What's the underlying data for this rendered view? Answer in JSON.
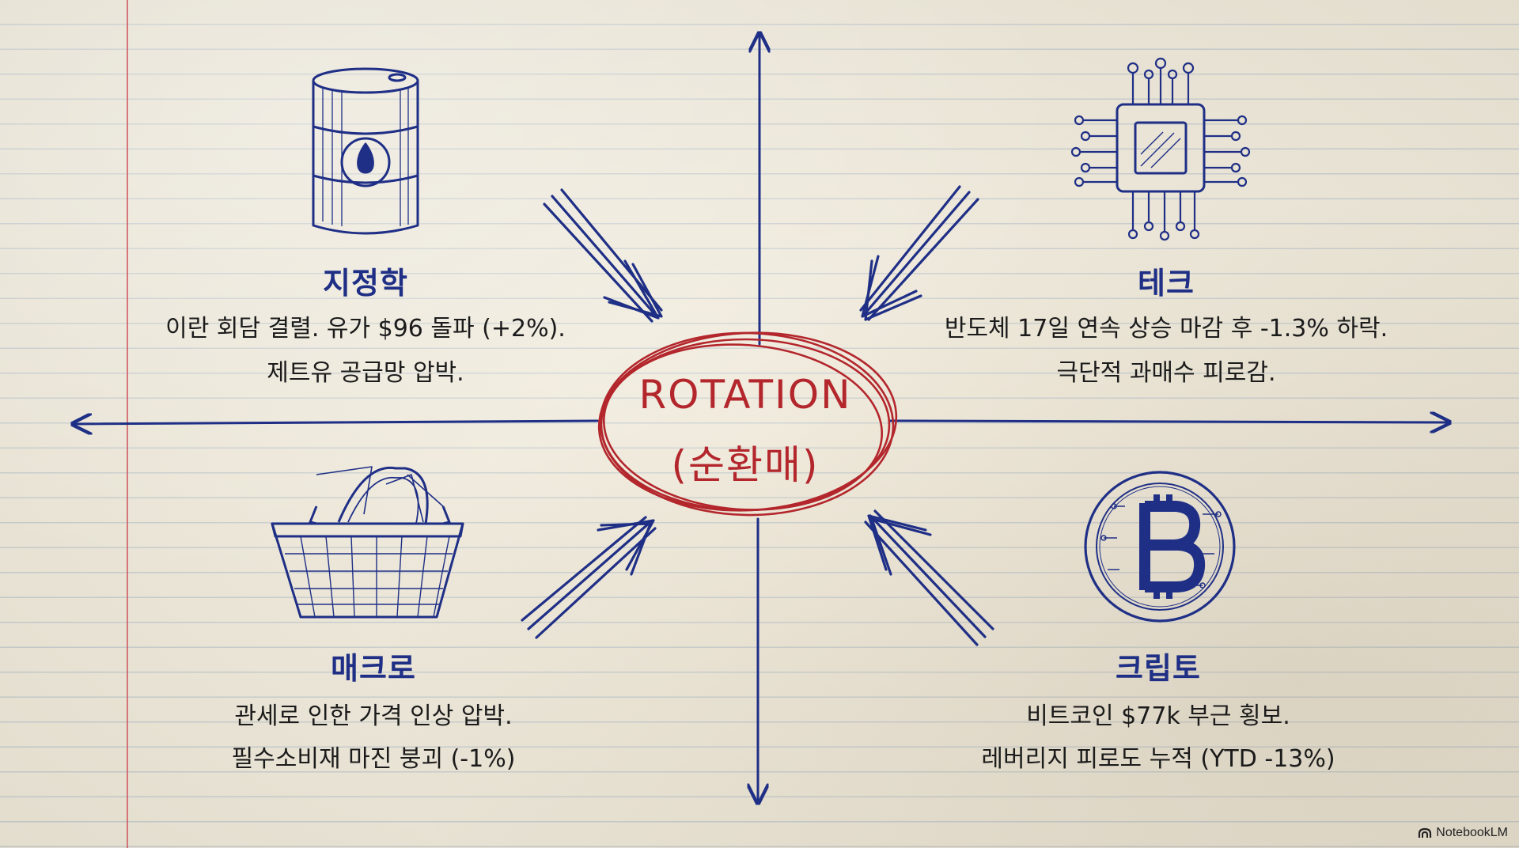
{
  "center": {
    "line1": "ROTATION",
    "line2": "(순환매)"
  },
  "quadrants": {
    "geopolitics": {
      "icon": "oil-barrel-icon",
      "title": "지정학",
      "line1": "이란 회담 결렬. 유가 $96 돌파 (+2%).",
      "line2": "제트유 공급망 압박."
    },
    "tech": {
      "icon": "microchip-icon",
      "title": "테크",
      "line1": "반도체 17일 연속 상승 마감 후 -1.3% 하락.",
      "line2": "극단적 과매수 피로감."
    },
    "macro": {
      "icon": "shopping-basket-icon",
      "title": "매크로",
      "line1": "관세로 인한 가격 인상 압박.",
      "line2": "필수소비재 마진 붕괴 (-1%)"
    },
    "crypto": {
      "icon": "bitcoin-coin-icon",
      "title": "크립토",
      "line1": "비트코인 $77k 부근 횡보.",
      "line2": "레버리지 피로도 누적 (YTD -13%)"
    }
  },
  "watermark": {
    "text": "NotebookLM",
    "icon": "notebooklm-logo-icon"
  },
  "colors": {
    "ink_blue": "#1f2f86",
    "ink_red": "#b3262c",
    "margin_red": "#cd505a"
  }
}
